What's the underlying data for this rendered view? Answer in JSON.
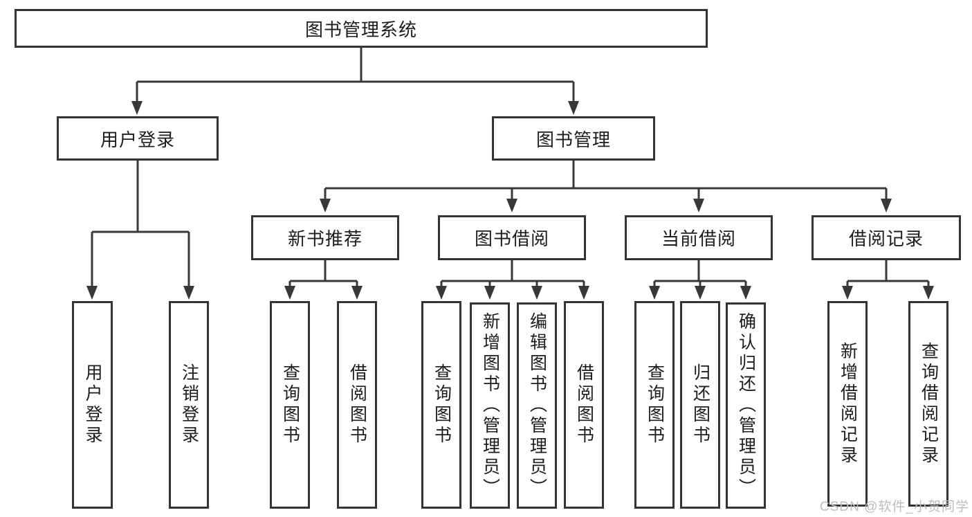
{
  "diagram": {
    "tree": {
      "label": "图书管理系统",
      "children": [
        {
          "label": "用户登录",
          "children": [
            {
              "label": "用户登录"
            },
            {
              "label": "注销登录"
            }
          ]
        },
        {
          "label": "图书管理",
          "children": [
            {
              "label": "新书推荐",
              "children": [
                {
                  "label": "查询图书"
                },
                {
                  "label": "借阅图书"
                }
              ]
            },
            {
              "label": "图书借阅",
              "children": [
                {
                  "label": "查询图书"
                },
                {
                  "label": "新增图书（管理员）"
                },
                {
                  "label": "编辑图书（管理员）"
                },
                {
                  "label": "借阅图书"
                }
              ]
            },
            {
              "label": "当前借阅",
              "children": [
                {
                  "label": "查询图书"
                },
                {
                  "label": "归还图书"
                },
                {
                  "label": "确认归还（管理员）"
                }
              ]
            },
            {
              "label": "借阅记录",
              "children": [
                {
                  "label": "新增借阅记录"
                },
                {
                  "label": "查询借阅记录"
                }
              ]
            }
          ]
        }
      ]
    },
    "watermark": "CSDN @软件_小贺同学",
    "colors": {
      "line": "#383838",
      "box_border": "#343434",
      "text": "#1c1c1c",
      "watermark": "#bdbdbd",
      "background": "#ffffff"
    }
  }
}
